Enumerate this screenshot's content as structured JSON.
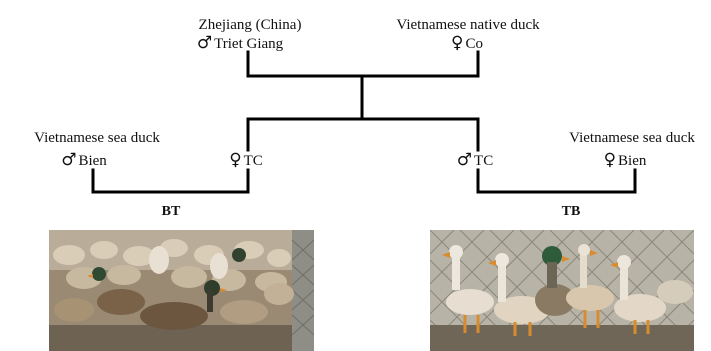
{
  "parents": {
    "male": {
      "origin": "Zhejiang (China)",
      "symbol": "♂",
      "name": "Triet Giang"
    },
    "female": {
      "origin": "Vietnamese native duck",
      "symbol": "♀",
      "name": "Co"
    }
  },
  "cross_bt": {
    "male": {
      "origin": "Vietnamese sea duck",
      "symbol": "♂",
      "name": "Bien"
    },
    "female": {
      "symbol": "♀",
      "name": "TC"
    },
    "label": "BT"
  },
  "cross_tb": {
    "male": {
      "symbol": "♂",
      "name": "TC"
    },
    "female": {
      "origin": "Vietnamese sea duck",
      "symbol": "♀",
      "name": "Bien"
    },
    "label": "TB"
  },
  "colors": {
    "lines": "#000000",
    "text": "#111111"
  }
}
